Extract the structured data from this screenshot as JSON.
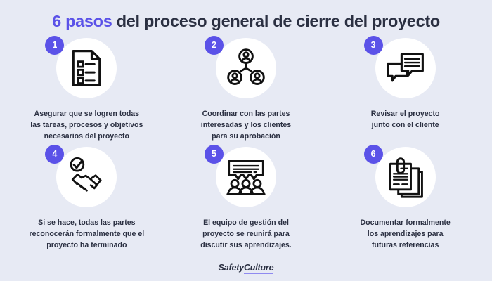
{
  "title": {
    "accent": "6 pasos",
    "rest": " del proceso general de cierre del proyecto"
  },
  "colors": {
    "background": "#e7eaf4",
    "accent": "#5b52e8",
    "text": "#2b3042",
    "circle": "#ffffff",
    "icon_stroke": "#111111"
  },
  "steps": [
    {
      "number": "1",
      "icon": "document-checklist-icon",
      "caption": "Asegurar que se logren todas\nlas tareas, procesos y objetivos\nnecesarios del proyecto"
    },
    {
      "number": "2",
      "icon": "people-network-icon",
      "caption": "Coordinar con las partes\ninteresadas y los clientes\npara su aprobación"
    },
    {
      "number": "3",
      "icon": "speech-bubbles-icon",
      "caption": "Revisar el proyecto\njunto con el cliente"
    },
    {
      "number": "4",
      "icon": "handshake-check-icon",
      "caption": "Si se hace, todas las partes\nreconocerán formalmente que el\nproyecto ha terminado"
    },
    {
      "number": "5",
      "icon": "team-meeting-icon",
      "caption": "El equipo de gestión del\nproyecto se reunirá para\ndiscutir sus aprendizajes."
    },
    {
      "number": "6",
      "icon": "documents-paperclip-icon",
      "caption": "Documentar formalmente\nlos aprendizajes para\nfuturas referencias"
    }
  ],
  "footer": {
    "logo_first": "Safety",
    "logo_second": "Culture"
  }
}
